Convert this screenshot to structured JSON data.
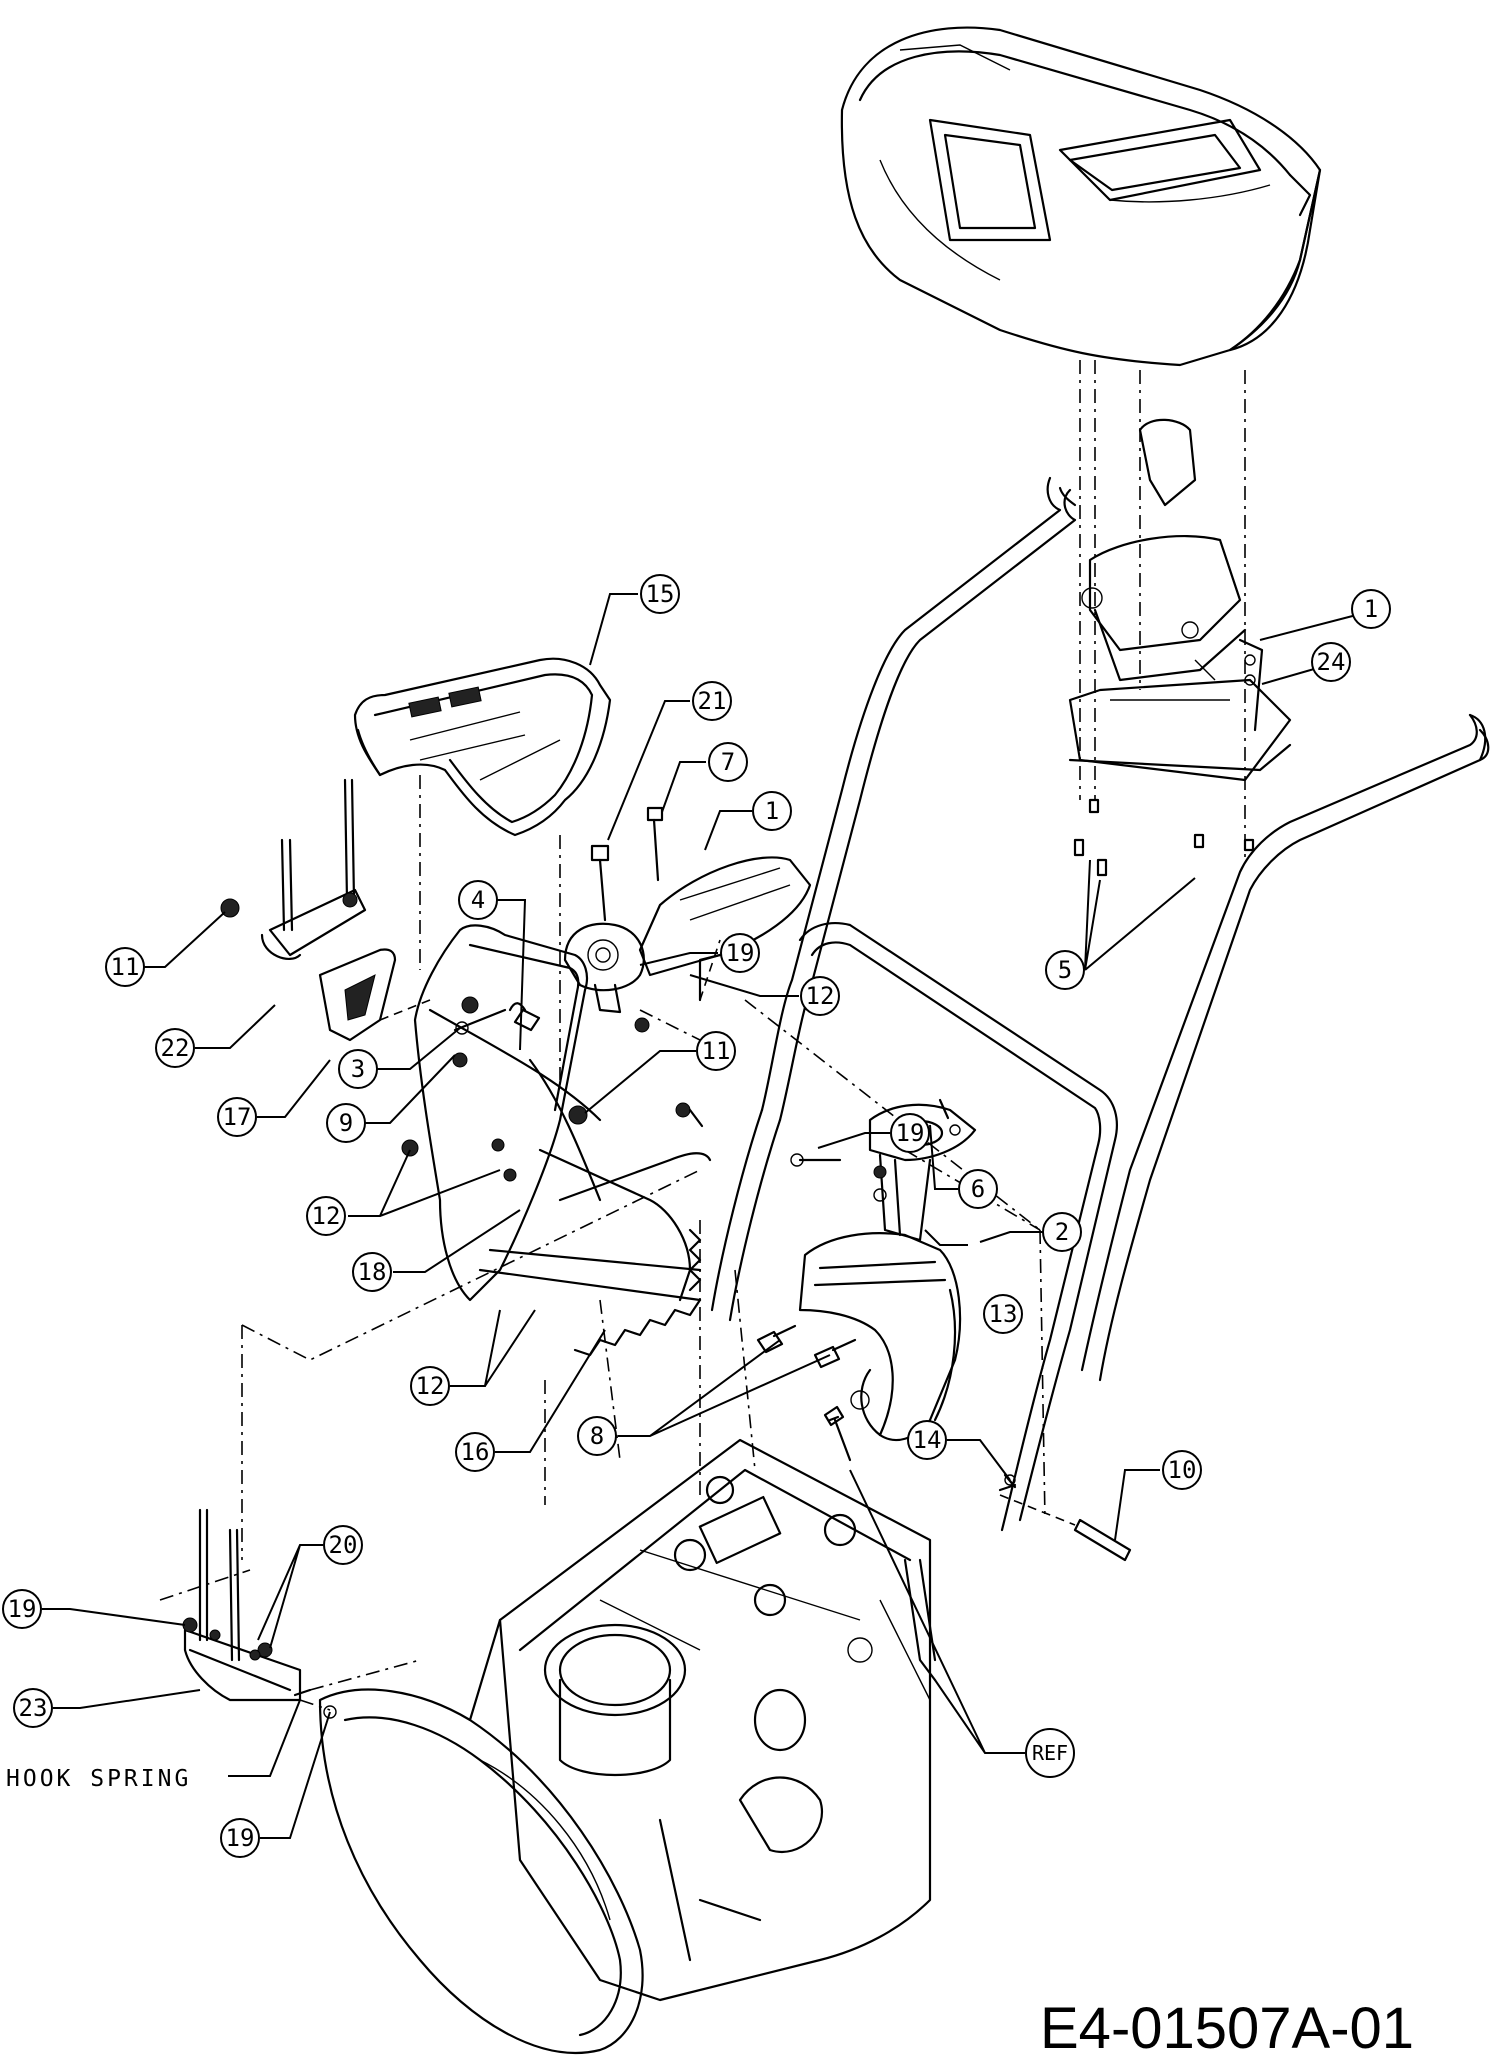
{
  "drawing_code": "E4-01507A-01",
  "note_label": "HOOK SPRING",
  "callouts": {
    "c1a": "1",
    "c1b": "1",
    "c24": "24",
    "c5": "5",
    "c15": "15",
    "c21": "21",
    "c7": "7",
    "c11a": "11",
    "c22": "22",
    "c17": "17",
    "c4": "4",
    "c3": "3",
    "c9": "9",
    "c12a": "12",
    "c18": "18",
    "c12b": "12",
    "c16": "16",
    "c19a": "19",
    "c12c": "12",
    "c11b": "11",
    "c19b": "19",
    "c6": "6",
    "c2": "2",
    "c13": "13",
    "c8": "8",
    "c14": "14",
    "c10": "10",
    "c19c": "19",
    "c20": "20",
    "c23": "23",
    "c19d": "19",
    "cref": "REF"
  }
}
